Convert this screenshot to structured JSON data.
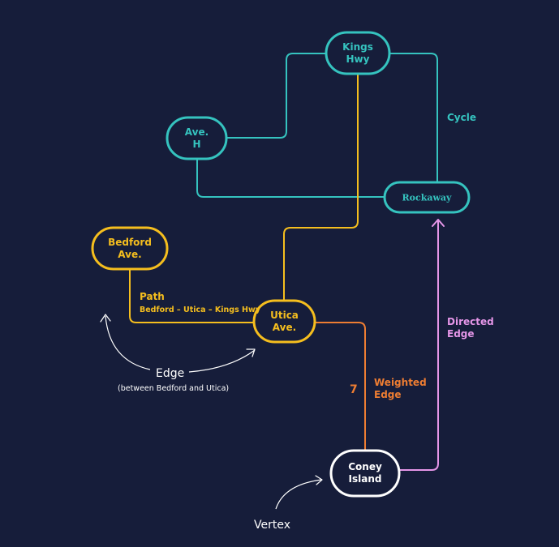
{
  "colors": {
    "background": "#161d3a",
    "teal": "#35c3bf",
    "yellow": "#f5be1e",
    "orange": "#ee7d32",
    "pink": "#e596e8",
    "white": "#ffffff"
  },
  "nodes": {
    "kings": {
      "line1": "Kings",
      "line2": "Hwy"
    },
    "aveh": {
      "line1": "Ave.",
      "line2": "H"
    },
    "rockaway": {
      "line1": "Rockaway"
    },
    "bedford": {
      "line1": "Bedford",
      "line2": "Ave."
    },
    "utica": {
      "line1": "Utica",
      "line2": "Ave."
    },
    "coney": {
      "line1": "Coney",
      "line2": "Island"
    }
  },
  "labels": {
    "cycle": "Cycle",
    "path_title": "Path",
    "path_sequence": "Bedford – Utica – Kings Hwy",
    "edge": "Edge",
    "edge_note": "(between Bedford and Utica)",
    "weight": "7",
    "weighted_line1": "Weighted",
    "weighted_line2": "Edge",
    "directed_line1": "Directed",
    "directed_line2": "Edge",
    "vertex": "Vertex"
  }
}
